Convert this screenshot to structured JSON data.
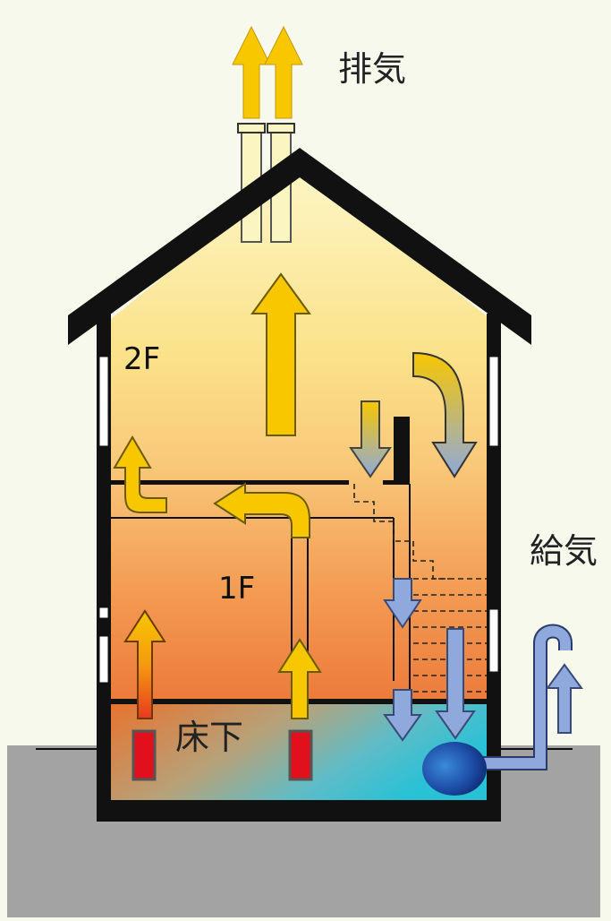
{
  "labels": {
    "exhaust": "排気",
    "supply": "給気",
    "floor2": "2F",
    "floor1": "1F",
    "underfloor": "床下"
  },
  "colors": {
    "background": "#f6f9ec",
    "ground": "#a3a3a3",
    "wall": "#111111",
    "warm_arrow": "#f7c700",
    "cool_arrow": "#8fa9dc",
    "heater": "#e0101c",
    "chimney": "#fbf5c2"
  }
}
